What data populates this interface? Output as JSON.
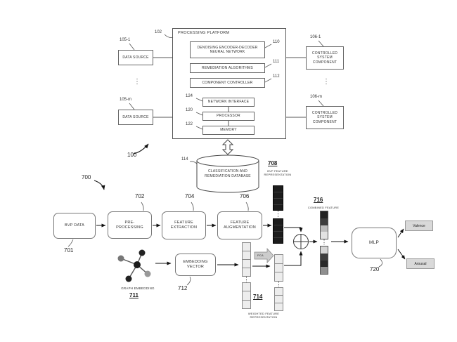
{
  "top": {
    "ref_100": "100",
    "ellipsis": "⋮",
    "platform": {
      "ref": "102",
      "title": "PROCESSING PLATFORM",
      "modules": [
        {
          "ref": "110",
          "label": "DENOISING ENCODER-DECODER NEURAL NETWORK"
        },
        {
          "ref": "111",
          "label": "REMEDIATION ALGORITHMS"
        },
        {
          "ref": "112",
          "label": "COMPONENT CONTROLLER"
        },
        {
          "ref": "124",
          "label": "NETWORK INTERFACE"
        },
        {
          "ref": "120",
          "label": "PROCESSOR"
        },
        {
          "ref": "122",
          "label": "MEMORY"
        }
      ]
    },
    "data_sources": [
      {
        "ref": "105-1",
        "label": "DATA SOURCE"
      },
      {
        "ref": "105-m",
        "label": "DATA SOURCE"
      }
    ],
    "controlled": [
      {
        "ref": "106-1",
        "label": "CONTROLLED SYSTEM COMPONENT"
      },
      {
        "ref": "106-m",
        "label": "CONTROLLED SYSTEM COMPONENT"
      }
    ],
    "database": {
      "ref": "114",
      "label": "CLASSIFICATION AND REMEDIATION DATABASE"
    }
  },
  "bottom": {
    "ref_700": "700",
    "pipeline": [
      {
        "ref": "701",
        "label": "BVP DATA"
      },
      {
        "ref": "702",
        "label": "PRE-PROCESSING"
      },
      {
        "ref": "704",
        "label": "FEATURE EXTRACTION"
      },
      {
        "ref": "706",
        "label": "FEATURE AUGMENTATION"
      }
    ],
    "bvp_feature": {
      "ref": "708",
      "label": "BVP FEATURE REPRESENTATION"
    },
    "graph": {
      "ref": "711",
      "label": "GRAPH EMBEDDING"
    },
    "embedding": {
      "ref": "712",
      "label": "EMBEDDING VECTOR"
    },
    "pca_label": "PCA",
    "weighted": {
      "ref": "714",
      "label": "WEIGHTED FEATURE REPRESENTATION"
    },
    "combined": {
      "ref": "716",
      "label": "COMBINED FEATURE"
    },
    "mlp": {
      "ref": "720",
      "label": "MLP"
    },
    "outputs": [
      {
        "label": "Valence"
      },
      {
        "label": "Arousal"
      }
    ]
  },
  "colors": {
    "line": "#444444",
    "bar_dark": "#1c1c1c",
    "bar_light": "#ededed",
    "output_fill": "#d9d9d9"
  }
}
